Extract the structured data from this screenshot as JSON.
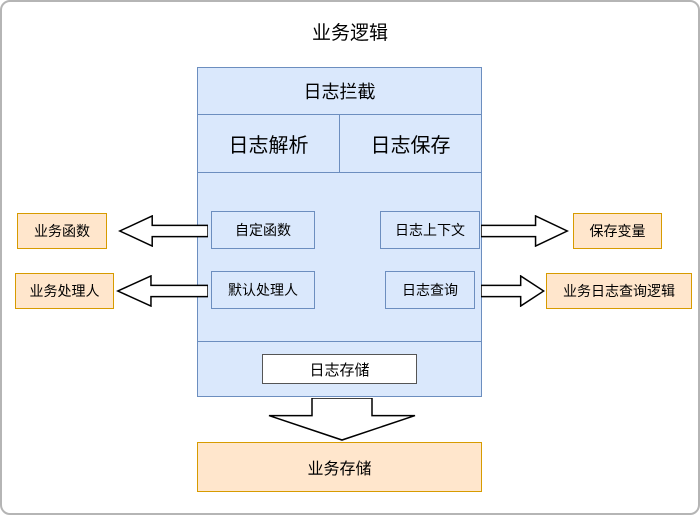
{
  "title": "业务逻辑",
  "container": {
    "header": "日志拦截",
    "col_left": "日志解析",
    "col_right": "日志保存",
    "custom_function": "自定函数",
    "log_context": "日志上下文",
    "default_handler": "默认处理人",
    "log_query": "日志查询",
    "log_storage": "日志存储"
  },
  "external": {
    "business_function": "业务函数",
    "business_handler": "业务处理人",
    "save_variable": "保存变量",
    "business_log_query": "业务日志查询逻辑",
    "business_storage": "业务存储"
  },
  "colors": {
    "blue_fill": "#dae8fc",
    "blue_border": "#6c8ebf",
    "orange_fill": "#ffe6cc",
    "orange_border": "#d79b00",
    "arrow_fill": "#ffffff",
    "arrow_stroke": "#000000"
  }
}
